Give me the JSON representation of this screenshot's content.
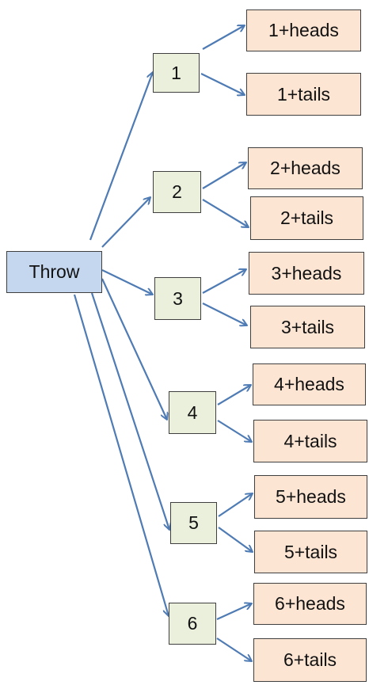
{
  "colors": {
    "root_fill": "#c5d7ef",
    "die_fill": "#ebf0dd",
    "leaf_fill": "#fde5d4",
    "arrow": "#4f7bb4",
    "border": "#3f3f3f"
  },
  "root": {
    "label": "Throw"
  },
  "branches": [
    {
      "die": "1",
      "heads": "1+heads",
      "tails": "1+tails"
    },
    {
      "die": "2",
      "heads": "2+heads",
      "tails": "2+tails"
    },
    {
      "die": "3",
      "heads": "3+heads",
      "tails": "3+tails"
    },
    {
      "die": "4",
      "heads": "4+heads",
      "tails": "4+tails"
    },
    {
      "die": "5",
      "heads": "5+heads",
      "tails": "5+tails"
    },
    {
      "die": "6",
      "heads": "6+heads",
      "tails": "6+tails"
    }
  ]
}
